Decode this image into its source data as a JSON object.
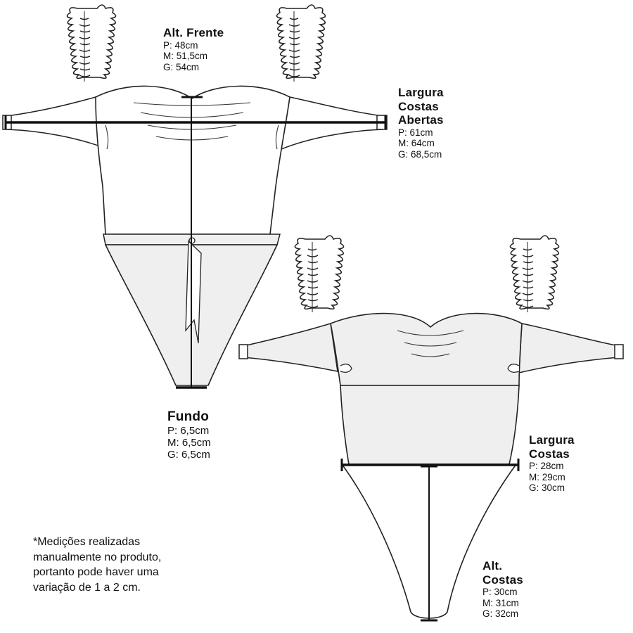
{
  "front": {
    "height_label": {
      "title": "Alt. Frente",
      "lines": [
        "P: 48cm",
        "M: 51,5cm",
        "G: 54cm"
      ]
    },
    "open_back_width_label": {
      "title_lines": [
        "Largura",
        "Costas",
        "Abertas"
      ],
      "lines": [
        "P: 61cm",
        "M: 64cm",
        "G: 68,5cm"
      ]
    },
    "bottom_label": {
      "title": "Fundo",
      "lines": [
        "P: 6,5cm",
        "M: 6,5cm",
        "G: 6,5cm"
      ]
    }
  },
  "back": {
    "back_width_label": {
      "title_lines": [
        "Largura",
        "Costas"
      ],
      "lines": [
        "P: 28cm",
        "M: 29cm",
        "G: 30cm"
      ]
    },
    "back_height_label": {
      "title_lines": [
        "Alt.",
        "Costas"
      ],
      "lines": [
        "P: 30cm",
        "M: 31cm",
        "G: 32cm"
      ]
    }
  },
  "footnote": {
    "lines": [
      "*Medições realizadas",
      "manualmente no produto,",
      "portanto pode haver uma",
      "variação de 1 a 2 cm."
    ]
  },
  "colors": {
    "outline": "#222222",
    "fill": "#efefef",
    "measure": "#111111"
  }
}
